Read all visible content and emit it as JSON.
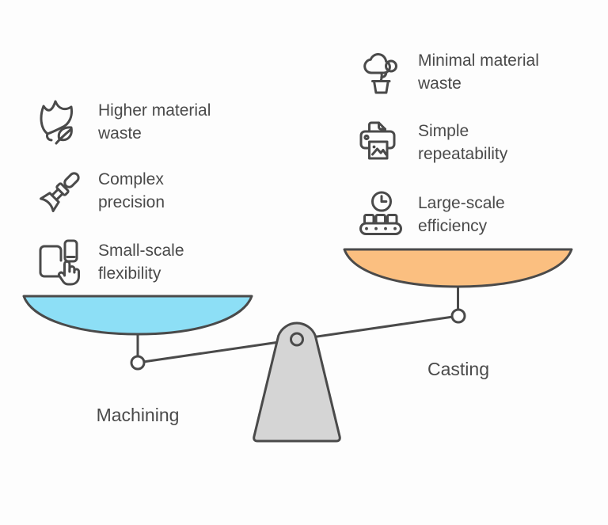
{
  "diagram": {
    "type": "balance-scale-comparison",
    "left_side": {
      "label": "Machining",
      "pan_position": "lower",
      "items": [
        {
          "icon": "leaf-icon",
          "lines": [
            "Higher material",
            "waste"
          ]
        },
        {
          "icon": "chisel-icon",
          "lines": [
            "Complex",
            "precision"
          ]
        },
        {
          "icon": "devices-hand-icon",
          "lines": [
            "Small-scale",
            "flexibility"
          ]
        }
      ]
    },
    "right_side": {
      "label": "Casting",
      "pan_position": "higher",
      "items": [
        {
          "icon": "cloud-plant-icon",
          "lines": [
            "Minimal material",
            "waste"
          ]
        },
        {
          "icon": "printer-icon",
          "lines": [
            "Simple",
            "repeatability"
          ]
        },
        {
          "icon": "clock-conveyor-icon",
          "lines": [
            "Large-scale",
            "efficiency"
          ]
        }
      ]
    }
  },
  "colors": {
    "background": "#fdfdfd",
    "stroke": "#4a4a4a",
    "text": "#4a4a4a",
    "left_pan_fill": "#8ddff6",
    "right_pan_fill": "#fbbf80",
    "fulcrum_fill": "#d5d5d5",
    "joint_fill": "#ffffff"
  }
}
